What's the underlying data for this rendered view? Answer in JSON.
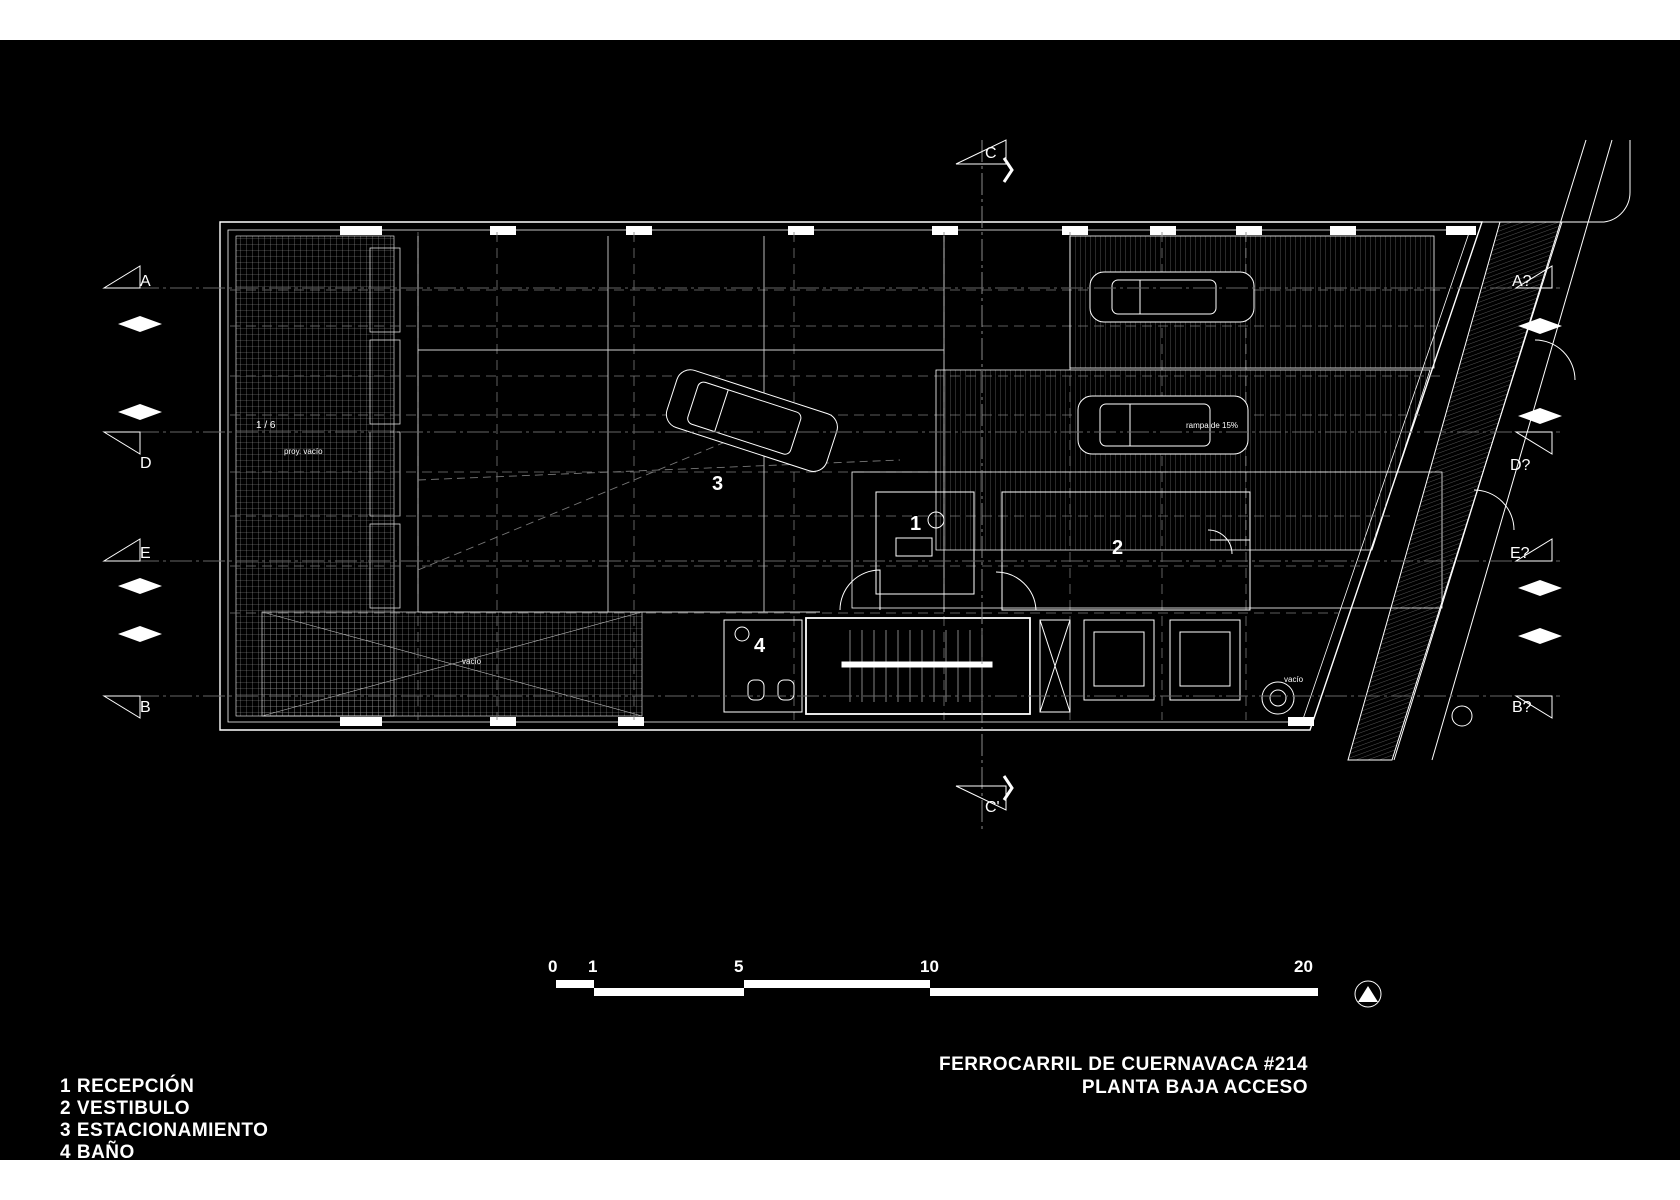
{
  "plan": {
    "title": "FERROCARRIL DE CUERNAVACA #214",
    "subtitle": "PLANTA BAJA ACCESO"
  },
  "legend": [
    "1 RECEPCIÓN",
    "2 VESTIBULO",
    "3 ESTACIONAMIENTO",
    "4 BAÑO"
  ],
  "room_numbers": {
    "reception": "1",
    "lobby": "2",
    "parking": "3",
    "bathroom": "4"
  },
  "scale_bar": {
    "labels": [
      "0",
      "1",
      "5",
      "10",
      "20"
    ]
  },
  "section_marks": {
    "a": "A",
    "a_right": "A?",
    "b": "B",
    "b_right": "B?",
    "c": "C",
    "c_bottom": "C'",
    "d": "D",
    "d_right": "D?",
    "e": "E",
    "e_right": "E?"
  },
  "annotations": {
    "void_left": "proy. vacío",
    "void_bottom": "vacío",
    "ramp": "rampa de 15%",
    "void_stair": "vacío",
    "ref": "1 / 6"
  },
  "colors": {
    "background": "#000000",
    "lines": "#ffffff",
    "paper": "#ffffff"
  }
}
